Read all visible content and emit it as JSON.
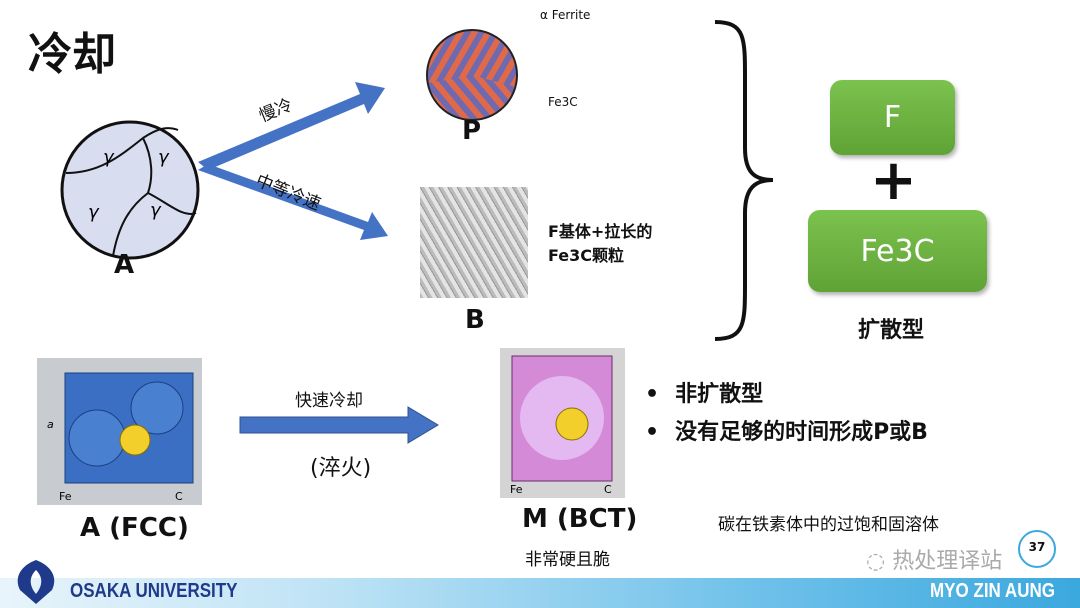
{
  "title": "冷却",
  "austenite": {
    "grain_label": "γ",
    "label": "A"
  },
  "arrows": {
    "slow": "慢冷",
    "medium": "中等冷速",
    "fast": "快速冷却",
    "fast_note": "(淬火)"
  },
  "pearlite": {
    "label": "P",
    "ferrite_callout": "α Ferrite",
    "cementite_callout": "Fe3C"
  },
  "bainite": {
    "label": "B",
    "desc_line1": "F基体+拉长的",
    "desc_line2": "Fe3C颗粒"
  },
  "diffusion": {
    "box1": "F",
    "plus": "+",
    "box2": "Fe3C",
    "label": "扩散型"
  },
  "fcc": {
    "label": "A (FCC)",
    "fe": "Fe",
    "c": "C",
    "a": "a"
  },
  "bct": {
    "label": "M (BCT)",
    "note": "非常硬且脆",
    "fe": "Fe",
    "c": "C",
    "desc": "碳在铁素体中的过饱和固溶体"
  },
  "bullets": [
    "非扩散型",
    "没有足够的时间形成P或B"
  ],
  "page_number": "37",
  "watermark": "热处理译站",
  "footer": {
    "org": "OSAKA UNIVERSITY",
    "author": "MYO ZIN AUNG"
  },
  "colors": {
    "arrow": "#4472c4",
    "green": "#6db33f",
    "footer": "#3ba8de"
  }
}
